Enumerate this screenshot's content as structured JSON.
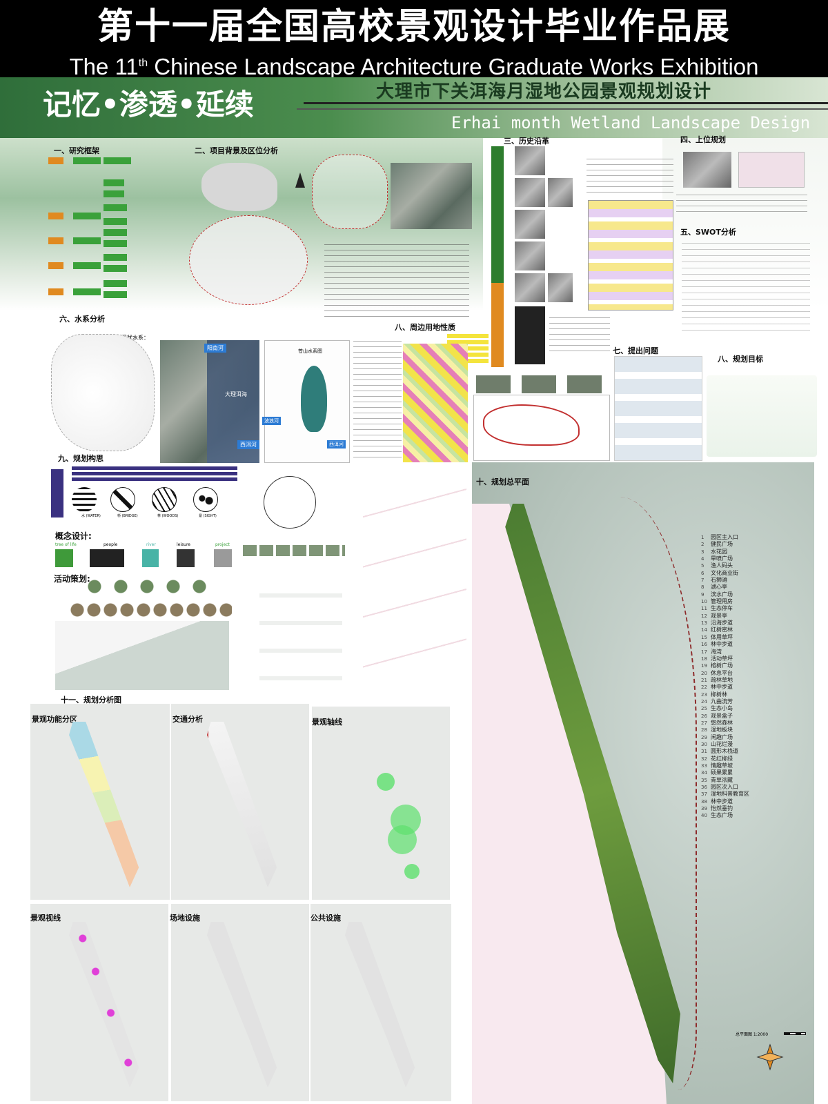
{
  "banner": {
    "title_cn": "第十一届全国高校景观设计毕业作品展",
    "title_en_pre": "The 11",
    "title_en_sup": "th",
    "title_en_post": " Chinese Landscape Architecture Graduate Works Exhibition"
  },
  "project": {
    "slogan": "记忆•渗透•延续",
    "title_cn": "大理市下关洱海月湿地公园景观规划设计",
    "title_en": "Erhai month Wetland Landscape Design"
  },
  "sections": {
    "s1": "一、研究框架",
    "s2": "二、项目背景及区位分析",
    "s3": "三、历史沿革",
    "s4": "四、上位规划",
    "s5": "五、SWOT分析",
    "s6": "六、水系分析",
    "s7": "七、提出问题",
    "s8a": "八、周边用地性质",
    "s8b": "八、规划目标",
    "s9": "九、规划构思",
    "s10": "十、规划总平面",
    "s11": "十一、规划分析图"
  },
  "labels": {
    "current_water": "现状水系：",
    "cangshan_water": "苍山水系图",
    "concept": "概念设计:",
    "activity": "活动策划:",
    "yangbi_river": "阳南河",
    "xier_river": "西洱河",
    "dali_erhai": "大理洱海",
    "xierhe2": "西洱河",
    "bolang": "波浪河",
    "concept_words": [
      "tree of life",
      "people",
      "river",
      "leisure",
      "project"
    ],
    "icons": [
      "水 (WATER)",
      "桥 (BRIDGE)",
      "林 (WOODS)",
      "景 (SIGHT)"
    ],
    "scale": "总平面图  1:2000"
  },
  "analysis_panels": [
    "景观功能分区",
    "交通分析",
    "景观轴线",
    "景观视线",
    "场地设施",
    "公共设施"
  ],
  "legend_items": [
    "园区主入口",
    "健民广场",
    "水花园",
    "旱喷广场",
    "渔人码头",
    "文化商业街",
    "石狮滩",
    "湖心亭",
    "滨水广场",
    "管理用房",
    "生态停车",
    "观景亭",
    "沿海步道",
    "红树密林",
    "体用草坪",
    "林中步道",
    "海湾",
    "活动草坪",
    "榕树广场",
    "休息平台",
    "疏林草地",
    "林中步道",
    "柳树林",
    "九曲流芳",
    "生态小岛",
    "观景盒子",
    "悠然森林",
    "湿地板块",
    "闲趣广场",
    "山花烂漫",
    "圆形木栈道",
    "花红柳绿",
    "情趣草坡",
    "硕果累累",
    "青草浓藏",
    "园区次入口",
    "湿地科普教育区",
    "林中步道",
    "怡然垂钓",
    "生态广场"
  ],
  "colors": {
    "banner_bg": "#000000",
    "green_band": "#2f6e3a",
    "framework_orange": "#e08a20",
    "framework_green": "#3aa13a",
    "route_red": "#c23030"
  }
}
